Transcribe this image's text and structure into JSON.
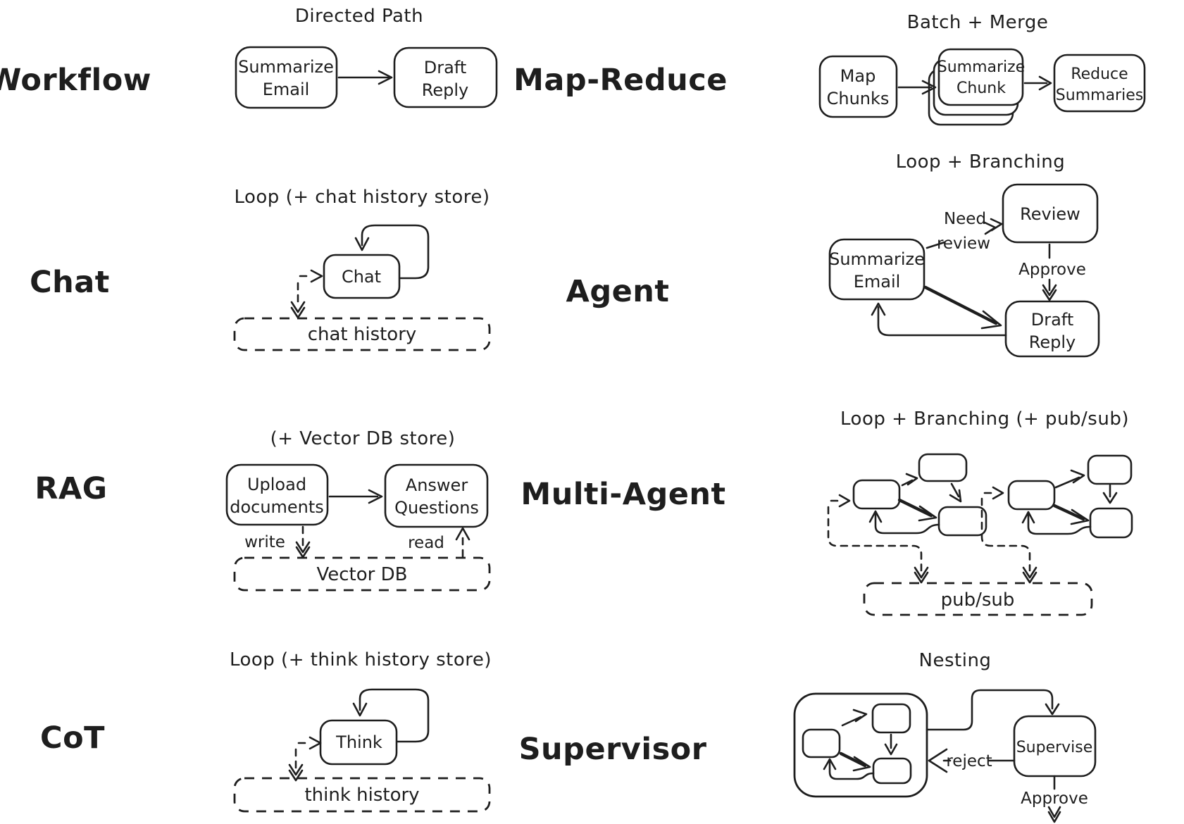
{
  "ink": "#1e1e1e",
  "background": "#ffffff",
  "workflow": {
    "label": "Workflow",
    "title": "Directed Path",
    "node_summarize": [
      "Summarize",
      "Email"
    ],
    "node_draft": [
      "Draft",
      "Reply"
    ]
  },
  "map_reduce": {
    "label": "Map-Reduce",
    "title": "Batch + Merge",
    "node_map": [
      "Map",
      "Chunks"
    ],
    "node_summarize": [
      "Summarize",
      "Chunk"
    ],
    "node_reduce": [
      "Reduce",
      "Summaries"
    ]
  },
  "chat": {
    "label": "Chat",
    "title": "Loop (+ chat history store)",
    "node_chat": "Chat",
    "store": "chat history"
  },
  "agent": {
    "label": "Agent",
    "title": "Loop + Branching",
    "node_summarize": [
      "Summarize",
      "Email"
    ],
    "node_review": "Review",
    "node_draft": [
      "Draft",
      "Reply"
    ],
    "edge_need_review": [
      "Need",
      "review"
    ],
    "edge_approve": "Approve"
  },
  "rag": {
    "label": "RAG",
    "title": "(+ Vector DB store)",
    "node_upload": [
      "Upload",
      "documents"
    ],
    "node_answer": [
      "Answer",
      "Questions"
    ],
    "edge_write": "write",
    "edge_read": "read",
    "store": "Vector DB"
  },
  "multi_agent": {
    "label": "Multi-Agent",
    "title": "Loop + Branching (+ pub/sub)",
    "store": "pub/sub"
  },
  "cot": {
    "label": "CoT",
    "title": "Loop (+ think history store)",
    "node_think": "Think",
    "store": "think history"
  },
  "supervisor": {
    "label": "Supervisor",
    "title": "Nesting",
    "node_supervise": "Supervise",
    "edge_reject": "reject",
    "edge_approve": "Approve"
  }
}
